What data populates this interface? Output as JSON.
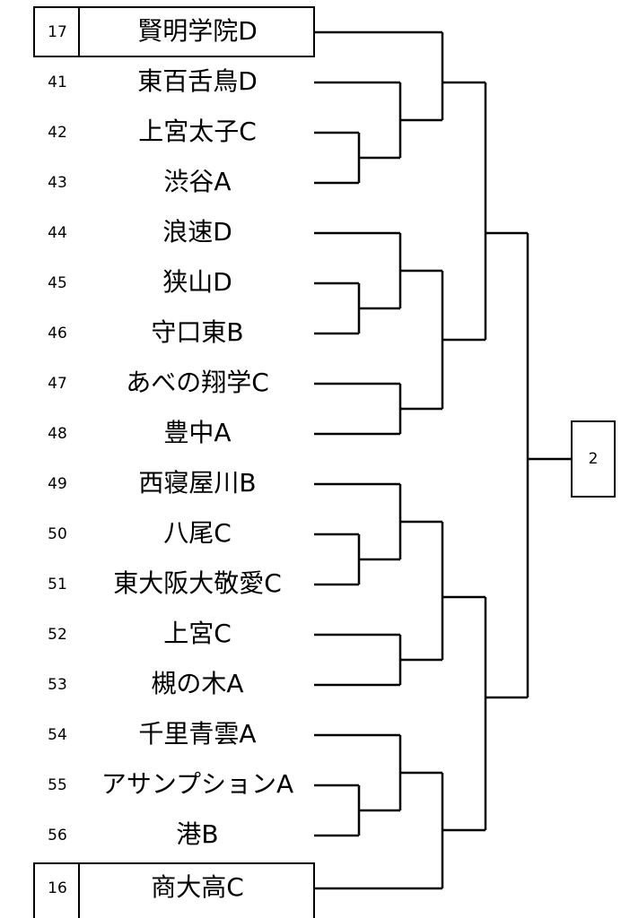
{
  "seeded_top": {
    "seed": "17",
    "name": "賢明学院D"
  },
  "entries": [
    {
      "seed": "41",
      "name": "東百舌鳥D"
    },
    {
      "seed": "42",
      "name": "上宮太子C"
    },
    {
      "seed": "43",
      "name": "渋谷A"
    },
    {
      "seed": "44",
      "name": "浪速D"
    },
    {
      "seed": "45",
      "name": "狭山D"
    },
    {
      "seed": "46",
      "name": "守口東B"
    },
    {
      "seed": "47",
      "name": "あべの翔学C"
    },
    {
      "seed": "48",
      "name": "豊中A"
    },
    {
      "seed": "49",
      "name": "西寝屋川B"
    },
    {
      "seed": "50",
      "name": "八尾C"
    },
    {
      "seed": "51",
      "name": "東大阪大敬愛C"
    },
    {
      "seed": "52",
      "name": "上宮C"
    },
    {
      "seed": "53",
      "name": "槻の木A"
    },
    {
      "seed": "54",
      "name": "千里青雲A"
    },
    {
      "seed": "55",
      "name": "アサンプションA"
    },
    {
      "seed": "56",
      "name": "港B"
    }
  ],
  "seeded_bottom": {
    "seed": "16",
    "name": "商大高C"
  },
  "final_box": {
    "label": "2"
  }
}
